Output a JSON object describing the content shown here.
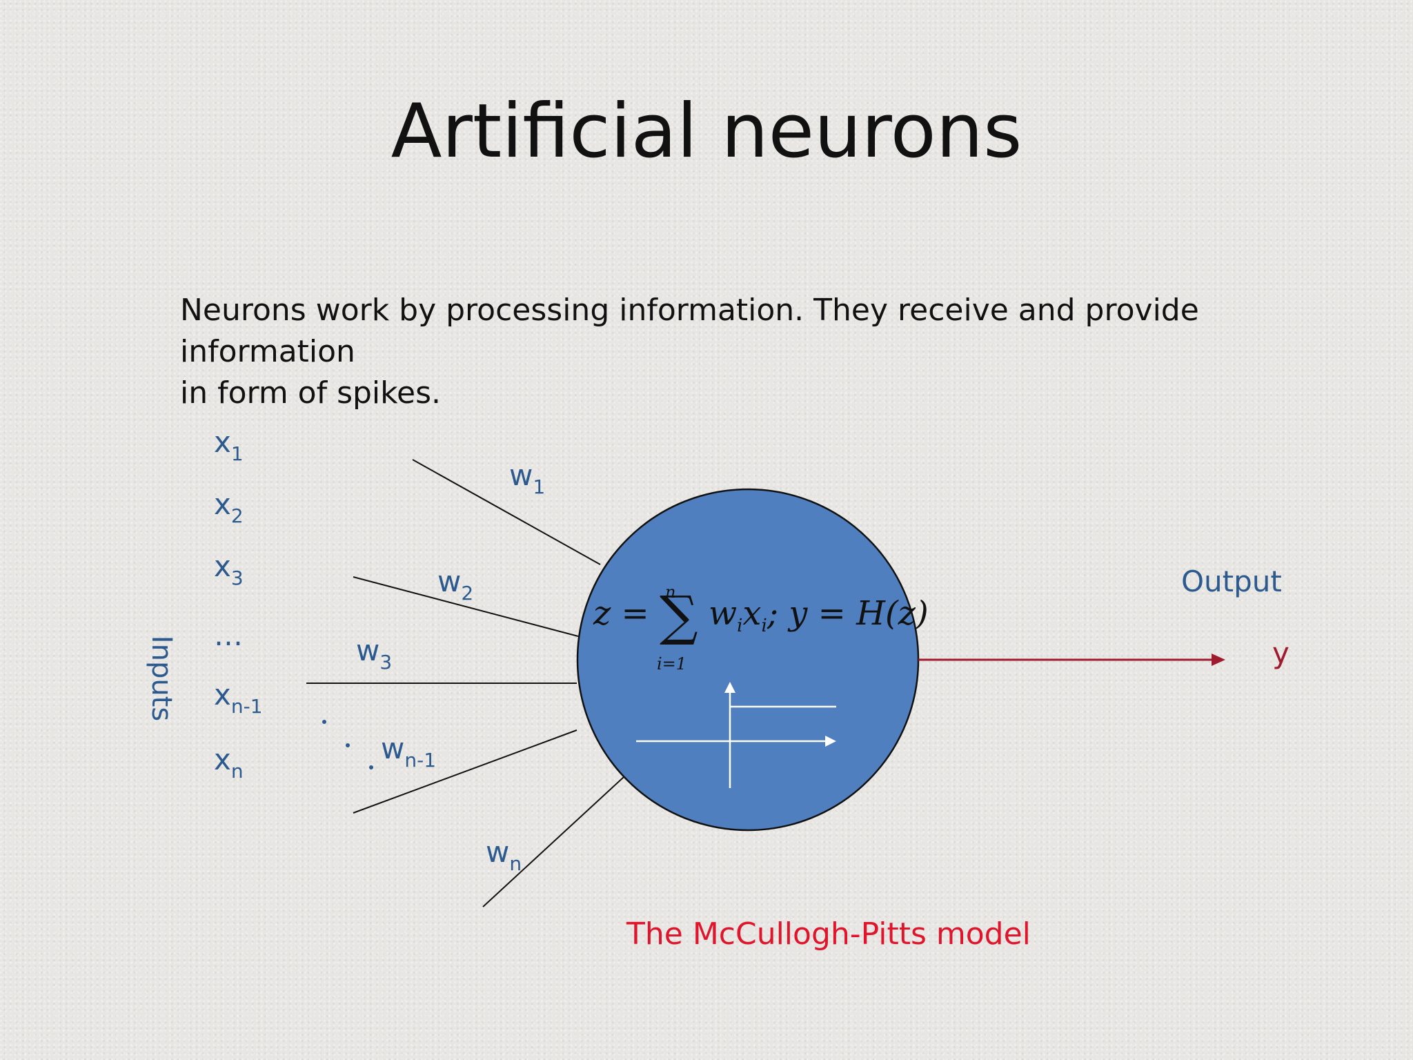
{
  "slide": {
    "title": "Artificial neurons",
    "intro_line1": "Neurons work by processing information. They receive and provide information",
    "intro_line2": "in form of spikes.",
    "caption": "The McCullogh-Pitts model"
  },
  "inputs": {
    "axis_label": "Inputs",
    "items": [
      {
        "base": "x",
        "sub": "1"
      },
      {
        "base": "x",
        "sub": "2"
      },
      {
        "base": "x",
        "sub": "3"
      },
      {
        "base": "…",
        "sub": ""
      },
      {
        "base": "x",
        "sub": "n-1"
      },
      {
        "base": "x",
        "sub": "n"
      }
    ]
  },
  "weights": [
    {
      "base": "w",
      "sub": "1"
    },
    {
      "base": "w",
      "sub": "2"
    },
    {
      "base": "w",
      "sub": "3"
    },
    {
      "base": "w",
      "sub": "n-1"
    },
    {
      "base": "w",
      "sub": "n"
    }
  ],
  "neuron": {
    "formula": {
      "lhs": "z =",
      "sum_symbol": "∑",
      "upper_limit": "n",
      "lower_limit": "i=1",
      "term1": "w",
      "term1_sub": "i",
      "term2": "x",
      "term2_sub": "i",
      "rest": "; y = H(z)"
    },
    "fill_color": "#4f7fbf"
  },
  "output": {
    "label": "Output",
    "value": "y",
    "arrow_color": "#a01a2e"
  }
}
